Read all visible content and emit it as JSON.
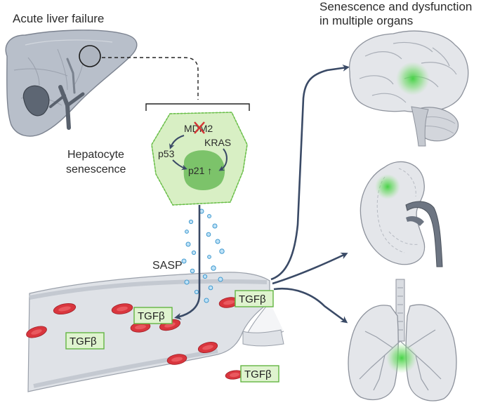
{
  "labels": {
    "acute_liver_failure": "Acute liver failure",
    "senescence_title_line1": "Senescence and dysfunction",
    "senescence_title_line2": "in multiple organs",
    "hepatocyte_line1": "Hepatocyte",
    "hepatocyte_line2": "senescence",
    "sasp": "SASP",
    "mdm2": "MDM2",
    "kras": "KRAS",
    "p53": "p53",
    "p21": "p21 ↑"
  },
  "tgfb_tags": [
    "TGFβ",
    "TGFβ",
    "TGFβ",
    "TGFβ"
  ],
  "colors": {
    "arrow": "#3a4a66",
    "hepatocyte_fill": "#d6efc0",
    "hepatocyte_stroke": "#6bbf4a",
    "nucleus": "#7cc36a",
    "organ_fill": "#e4e6ea",
    "organ_stroke": "#8d929c",
    "liver_fill": "#b5bcc7",
    "vessel_fill": "#dfe2e7",
    "glow": "#5bd35b"
  },
  "icons": [
    "liver-icon",
    "brain-icon",
    "kidney-icon",
    "lungs-icon",
    "blood-vessel-icon",
    "hepatocyte-cell-icon",
    "inhibition-cross-icon"
  ]
}
